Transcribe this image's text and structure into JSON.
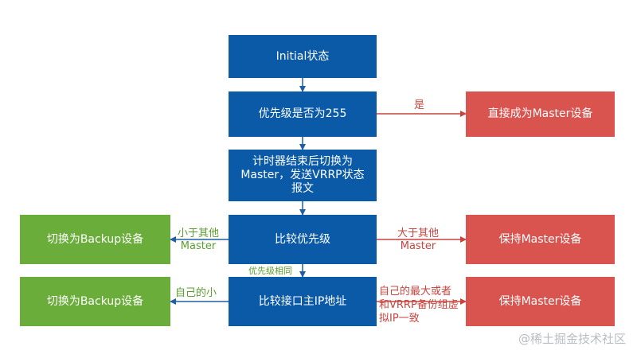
{
  "nodes": {
    "initial": "Initial状态",
    "priority_check": "优先级是否为255",
    "timer": "计时器结束后切换为Master，发送VRRP状态报文",
    "compare_priority": "比较优先级",
    "compare_ip": "比较接口主IP地址",
    "become_master": "直接成为Master设备",
    "keep_master_1": "保持Master设备",
    "keep_master_2": "保持Master设备",
    "backup_1": "切换为Backup设备",
    "backup_2": "切换为Backup设备"
  },
  "edge_labels": {
    "yes": "是",
    "greater_than": "大于其他\nMaster",
    "less_than": "小于其他\nMaster",
    "same_priority": "优先级相同",
    "own_smaller": "自己的小",
    "own_largest": "自己的最大或者\n和VRRP备份组虚\n拟IP一致"
  },
  "watermark": "@稀土掘金技术社区",
  "colors": {
    "blue": "#0a5aa8",
    "red": "#d9534f",
    "green": "#6aad3a",
    "red_arrow": "#c8443f",
    "blue_arrow": "#1f5fa6",
    "green_text": "#5a9e2f"
  }
}
